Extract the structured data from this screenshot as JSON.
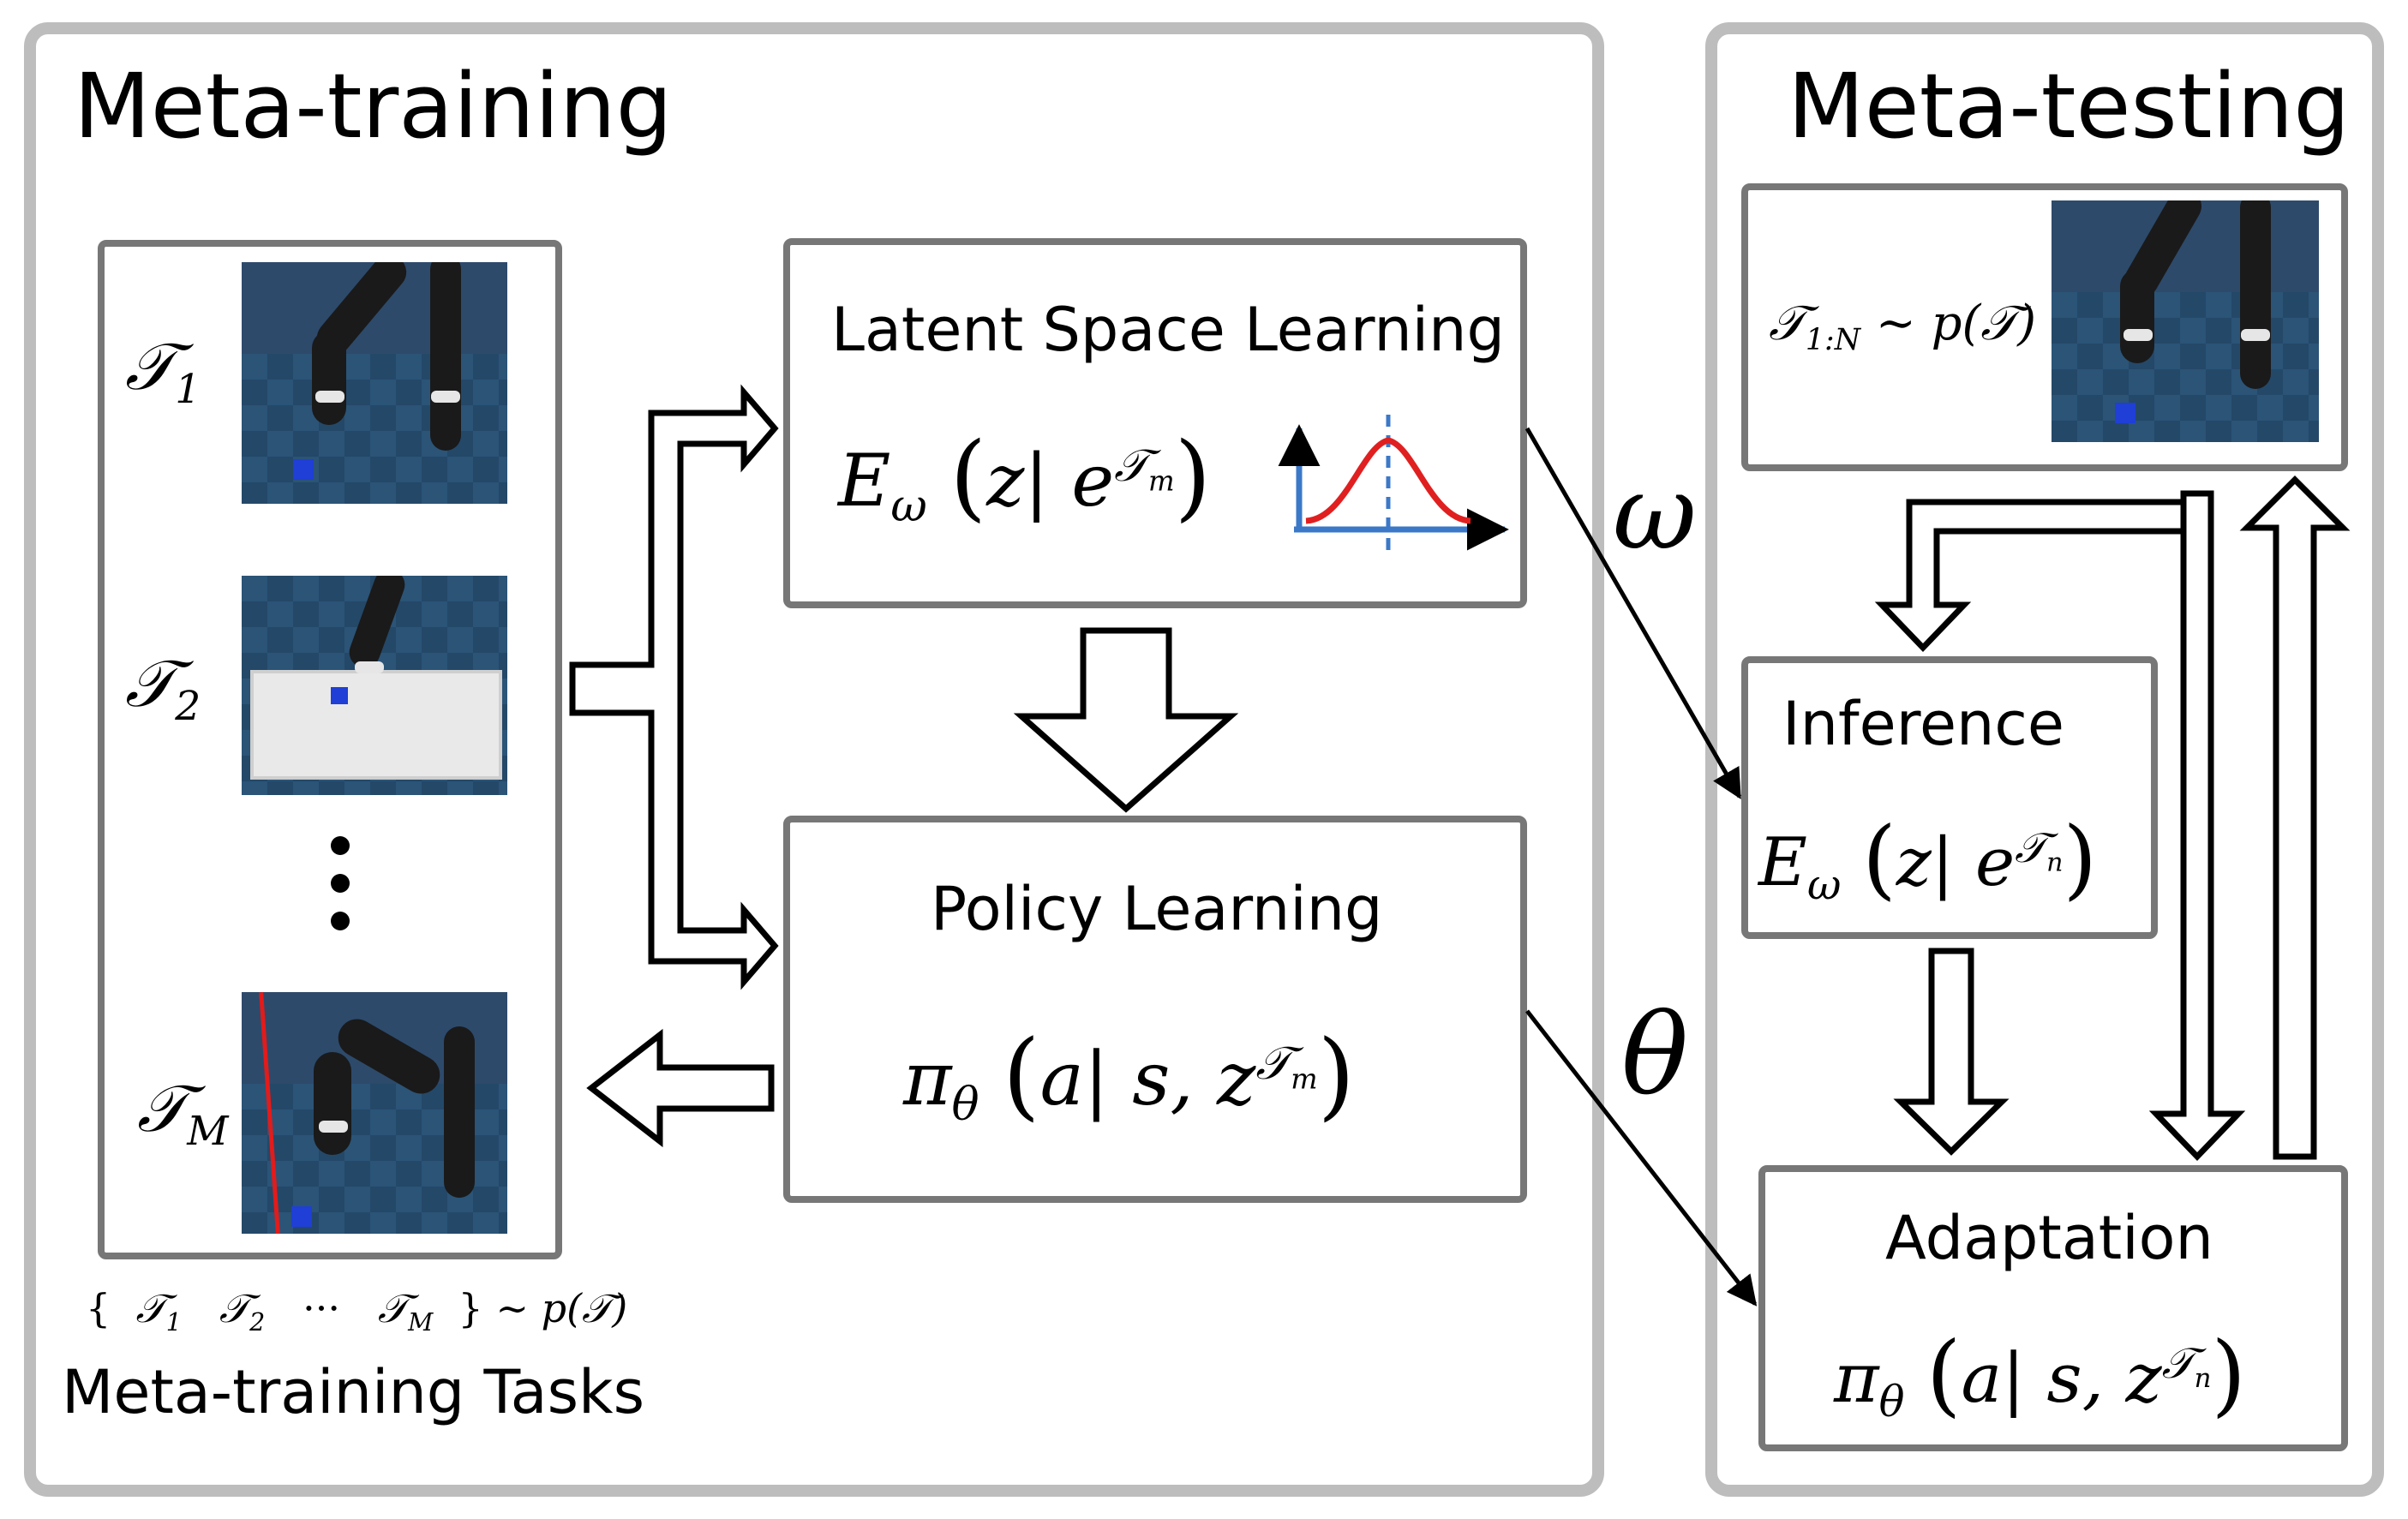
{
  "meta_training": {
    "title": "Meta-training",
    "tasks": [
      {
        "symbol": "𝒯",
        "sub": "1"
      },
      {
        "symbol": "𝒯",
        "sub": "2"
      },
      {
        "symbol": "𝒯",
        "sub": "M"
      }
    ],
    "task_set": {
      "open": "{",
      "t1": "𝒯",
      "t1_sub": "1",
      "t2": "𝒯",
      "t2_sub": "2",
      "dots": "···",
      "tm": "𝒯",
      "tm_sub": "M",
      "close": "}",
      "dist": "∼ p(𝒯)"
    },
    "tasks_caption": "Meta-training Tasks",
    "latent_box": {
      "label": "Latent Space Learning",
      "fn": "E",
      "fn_sub": "ω",
      "var": "z",
      "cond": "e",
      "sup": "𝒯",
      "sup_sub": "m"
    },
    "policy_box": {
      "label": "Policy Learning",
      "fn": "π",
      "fn_sub": "θ",
      "var": "a",
      "args": "s, z",
      "sup": "𝒯",
      "sup_sub": "m"
    }
  },
  "meta_testing": {
    "title": "Meta-testing",
    "sample": {
      "symbol": "𝒯",
      "sub": "1:N",
      "dist": "∼ p(𝒯)"
    },
    "inference_box": {
      "label": "Inference",
      "fn": "E",
      "fn_sub": "ω",
      "var": "z",
      "cond": "e",
      "sup": "𝒯",
      "sup_sub": "n"
    },
    "adaptation_box": {
      "label": "Adaptation",
      "fn": "π",
      "fn_sub": "θ",
      "var": "a",
      "args": "s, z",
      "sup": "𝒯",
      "sup_sub": "n"
    }
  },
  "params": {
    "omega": "ω",
    "theta": "θ"
  },
  "colors": {
    "panel_border": "#bdbdbd",
    "box_border": "#777777",
    "curve": "#e02020",
    "axes": "#3b78c8"
  }
}
